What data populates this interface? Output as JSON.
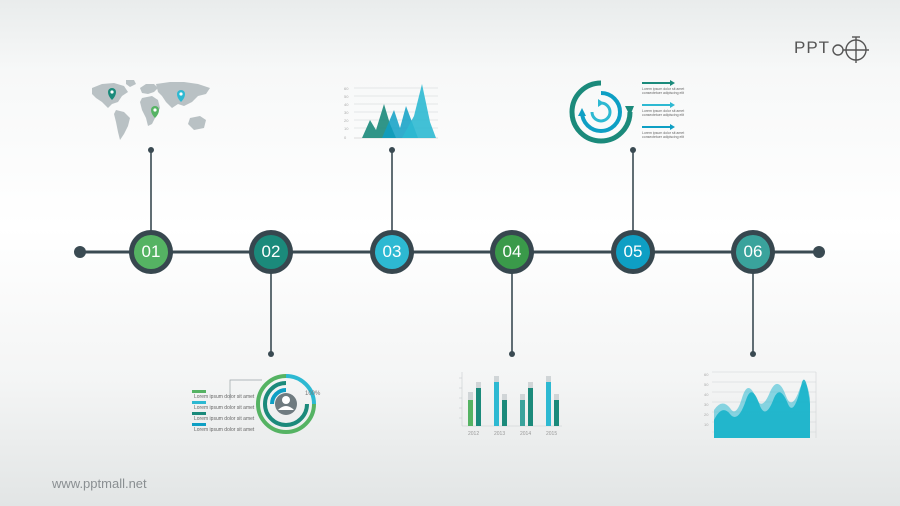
{
  "brand": {
    "logo_text": "PPT",
    "website": "www.pptmall.net"
  },
  "timeline": {
    "nodes": [
      {
        "label": "01",
        "color": "#55b363"
      },
      {
        "label": "02",
        "color": "#1b8a7b"
      },
      {
        "label": "03",
        "color": "#2db9d2"
      },
      {
        "label": "04",
        "color": "#3a9a4a"
      },
      {
        "label": "05",
        "color": "#0e9fc4"
      },
      {
        "label": "06",
        "color": "#3aa39c"
      }
    ]
  },
  "colors": {
    "line": "#3a4a52",
    "teal": "#1b8a7b",
    "cyan": "#2db9d2",
    "green": "#55b363",
    "dark_green": "#2e7d5b"
  },
  "icons": [
    "world-map-icon",
    "area-chart-icon",
    "cycle-arrows-icon",
    "donut-user-icon",
    "bar-chart-icon",
    "wave-chart-icon"
  ],
  "donut": {
    "percent_label": "100%",
    "legend": [
      "Lorem ipsum dolor sit amet",
      "Lorem ipsum dolor sit amet",
      "Lorem ipsum dolor sit amet",
      "Lorem ipsum dolor sit amet"
    ]
  },
  "cycle": {
    "legend": [
      "Lorem ipsum dolor sit amet consectetuer adipiscing elit",
      "Lorem ipsum dolor sit amet consectetuer adipiscing elit",
      "Lorem ipsum dolor sit amet consectetuer adipiscing elit"
    ]
  },
  "bar_chart": {
    "categories": [
      "2012",
      "2013",
      "2014",
      "2015"
    ]
  }
}
